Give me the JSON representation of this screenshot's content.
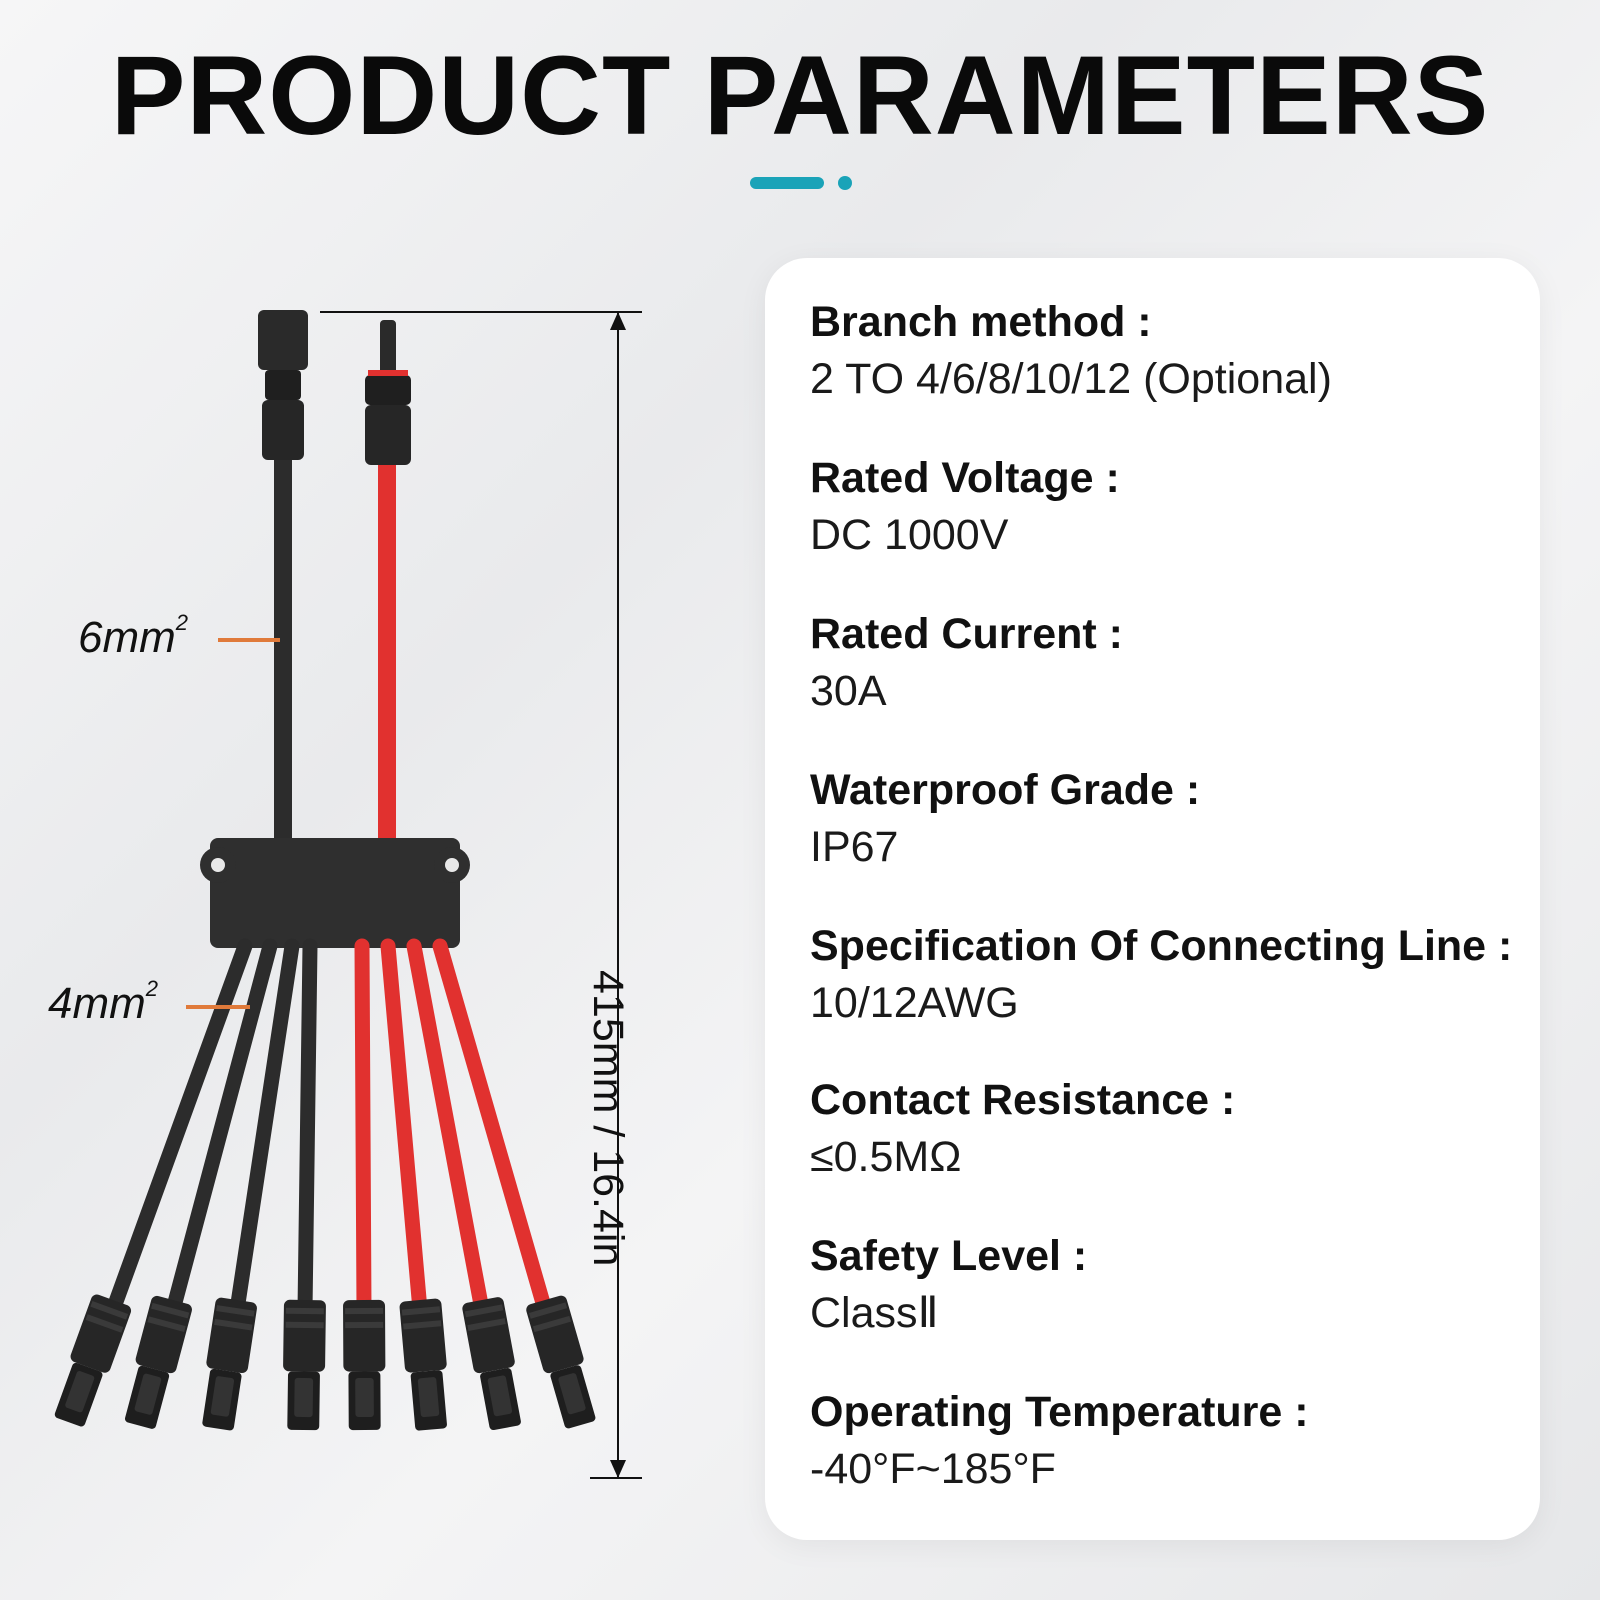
{
  "header": {
    "title": "PRODUCT PARAMETERS",
    "accent_color": "#1aa3b8"
  },
  "figure": {
    "label_6mm": "6mm",
    "label_4mm": "4mm",
    "superscript": "2",
    "dimension": "415mm / 16.4in",
    "leader_color": "#e07a3a",
    "cable_colors": {
      "black": "#2c2c2c",
      "red": "#e1312f"
    },
    "branch_count": 8
  },
  "specs": [
    {
      "label": "Branch method :",
      "value": "2 TO 4/6/8/10/12 (Optional)"
    },
    {
      "label": "Rated Voltage :",
      "value": "DC 1000V"
    },
    {
      "label": "Rated Current :",
      "value": "30A"
    },
    {
      "label": "Waterproof Grade :",
      "value": "IP67"
    },
    {
      "label": "Specification Of Connecting Line  :",
      "value": "10/12AWG"
    },
    {
      "label": "Contact Resistance :",
      "value": "≤0.5MΩ"
    },
    {
      "label": "Safety Level :",
      "value": "ClassⅡ"
    },
    {
      "label": "Operating Temperature :",
      "value": "-40°F~185°F"
    }
  ]
}
